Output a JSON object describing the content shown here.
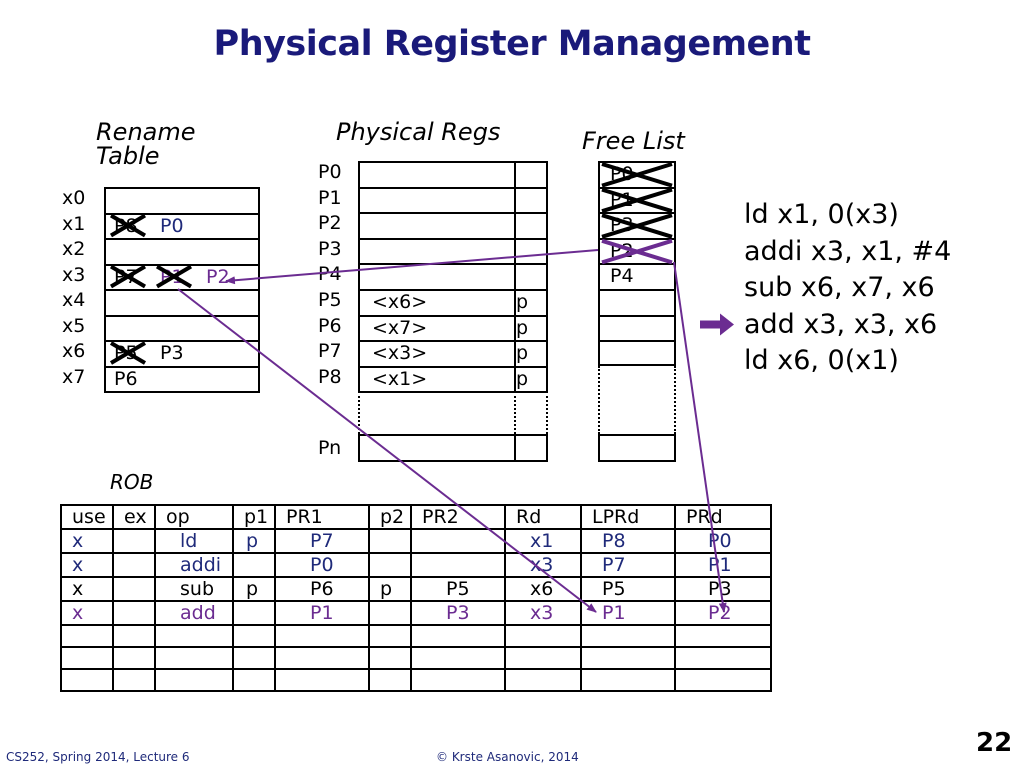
{
  "title": "Physical Register Management",
  "rename_table": {
    "heading_line1": "Rename",
    "heading_line2": "Table",
    "rows": [
      {
        "label": "x0",
        "content": []
      },
      {
        "label": "x1",
        "content": [
          {
            "text": "P8",
            "struck": true
          },
          {
            "text": "P0",
            "color": "navy"
          }
        ]
      },
      {
        "label": "x2",
        "content": []
      },
      {
        "label": "x3",
        "content": [
          {
            "text": "P7",
            "struck": true
          },
          {
            "text": "P1",
            "struck": true,
            "color": "purple"
          },
          {
            "text": "P2",
            "color": "purple"
          }
        ]
      },
      {
        "label": "x4",
        "content": []
      },
      {
        "label": "x5",
        "content": []
      },
      {
        "label": "x6",
        "content": [
          {
            "text": "P5",
            "struck": true
          },
          {
            "text": "P3"
          }
        ]
      },
      {
        "label": "x7",
        "content": [
          {
            "text": "P6"
          }
        ]
      }
    ]
  },
  "physical_regs": {
    "heading": "Physical Regs",
    "rows": [
      {
        "label": "P0",
        "value": "",
        "presence": ""
      },
      {
        "label": "P1",
        "value": "",
        "presence": ""
      },
      {
        "label": "P2",
        "value": "",
        "presence": ""
      },
      {
        "label": "P3",
        "value": "",
        "presence": ""
      },
      {
        "label": "P4",
        "value": "",
        "presence": ""
      },
      {
        "label": "P5",
        "value": "<x6>",
        "presence": "p"
      },
      {
        "label": "P6",
        "value": "<x7>",
        "presence": "p"
      },
      {
        "label": "P7",
        "value": "<x3>",
        "presence": "p"
      },
      {
        "label": "P8",
        "value": "<x1>",
        "presence": "p"
      }
    ],
    "last_label": "Pn"
  },
  "free_list": {
    "heading": "Free List",
    "entries": [
      {
        "text": "P0",
        "struck": true
      },
      {
        "text": "P1",
        "struck": true
      },
      {
        "text": "P3",
        "struck": true
      },
      {
        "text": "P2",
        "struck": true,
        "strike_color": "purple"
      },
      {
        "text": "P4",
        "struck": false
      }
    ]
  },
  "instructions": [
    {
      "text": "ld x1, 0(x3)",
      "current": false
    },
    {
      "text": "addi x3, x1, #4",
      "current": false
    },
    {
      "text": "sub x6, x7, x6",
      "current": false
    },
    {
      "text": "add x3, x3, x6",
      "current": true
    },
    {
      "text": "ld x6, 0(x1)",
      "current": false
    }
  ],
  "rob": {
    "heading": "ROB",
    "headers": [
      "use",
      "ex",
      "op",
      "p1",
      "PR1",
      "p2",
      "PR2",
      "Rd",
      "LPRd",
      "PRd"
    ],
    "rows": [
      {
        "color": "navy",
        "cells": [
          "x",
          "",
          "ld",
          "p",
          "P7",
          "",
          "",
          "x1",
          "P8",
          "P0"
        ]
      },
      {
        "color": "navy",
        "cells": [
          "x",
          "",
          "addi",
          "",
          "P0",
          "",
          "",
          "x3",
          "P7",
          "P1"
        ]
      },
      {
        "color": "black",
        "cells": [
          "x",
          "",
          "sub",
          "p",
          "P6",
          "p",
          "P5",
          "x6",
          "P5",
          "P3"
        ]
      },
      {
        "color": "purple",
        "cells": [
          "x",
          "",
          "add",
          "",
          "P1",
          "",
          "P3",
          "x3",
          "P1",
          "P2"
        ]
      },
      {
        "color": "black",
        "cells": [
          "",
          "",
          "",
          "",
          "",
          "",
          "",
          "",
          "",
          ""
        ]
      },
      {
        "color": "black",
        "cells": [
          "",
          "",
          "",
          "",
          "",
          "",
          "",
          "",
          "",
          ""
        ]
      },
      {
        "color": "black",
        "cells": [
          "",
          "",
          "",
          "",
          "",
          "",
          "",
          "",
          "",
          ""
        ]
      }
    ]
  },
  "footer": {
    "left": "CS252, Spring 2014, Lecture 6",
    "center": "© Krste Asanovic, 2014",
    "page": "22"
  },
  "colors": {
    "title": "#1a1a7a",
    "purple": "#6b2c91",
    "navy": "#1f2a7a"
  }
}
